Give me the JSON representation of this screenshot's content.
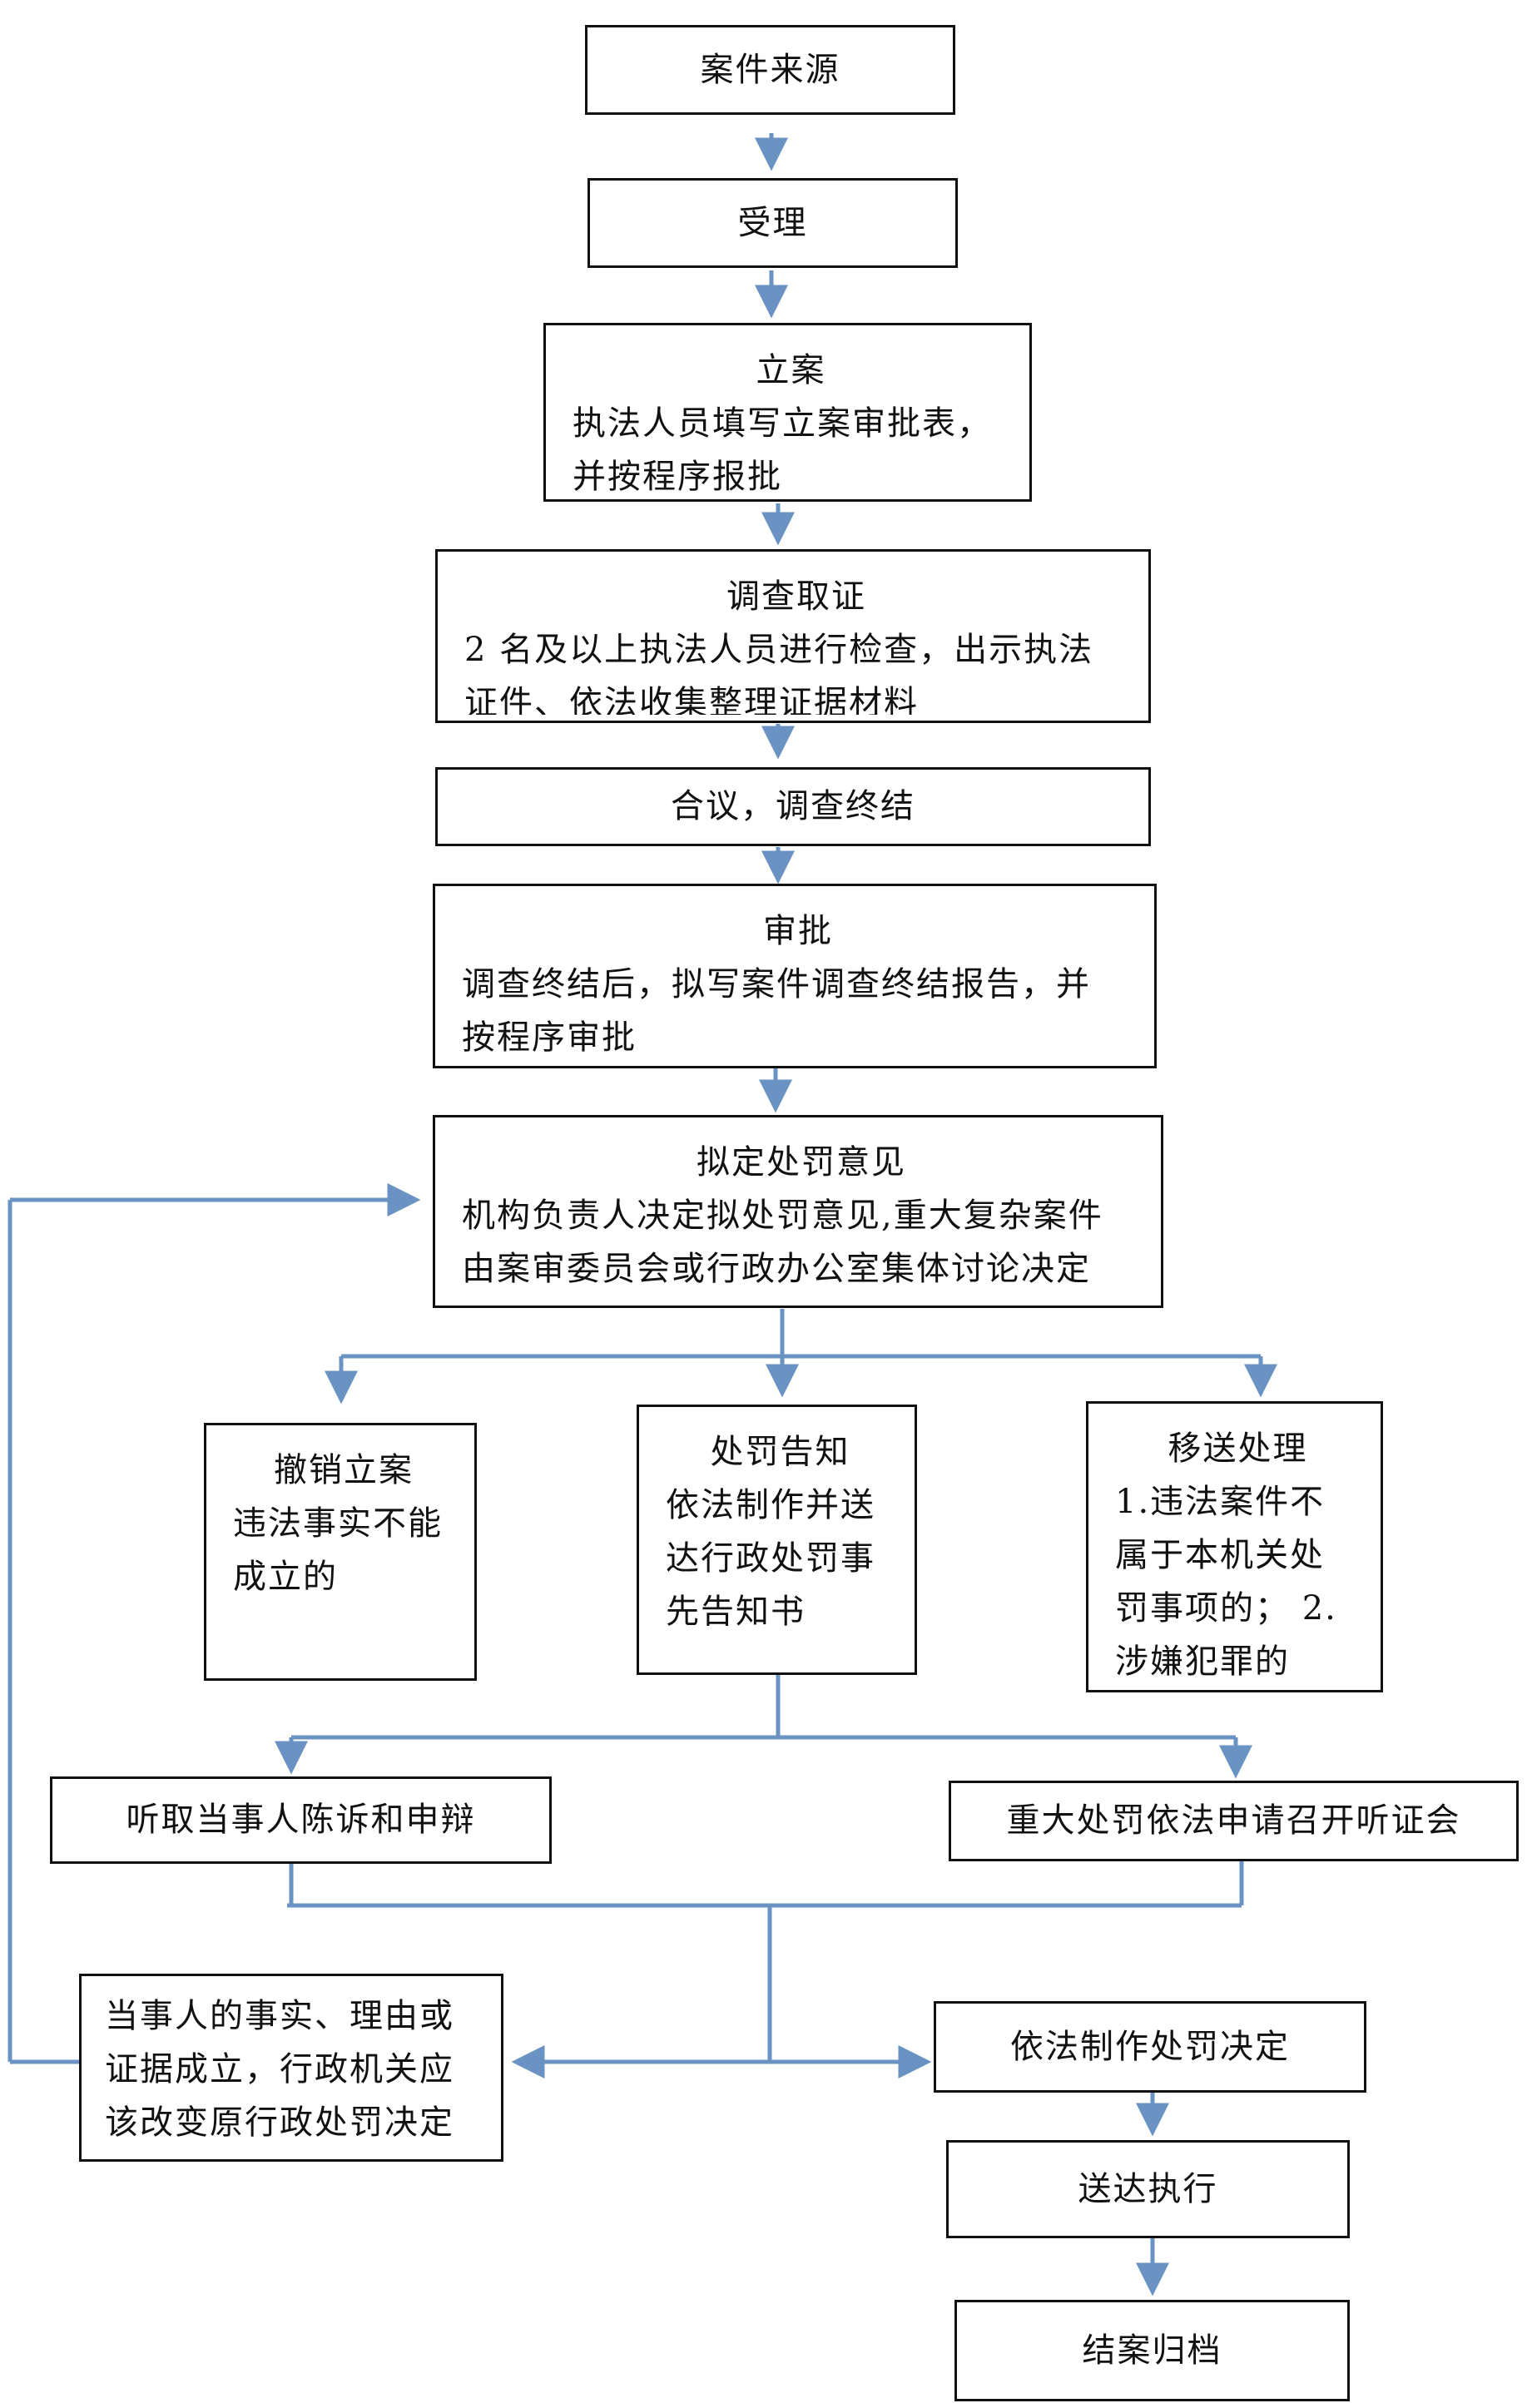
{
  "nodes": {
    "source": {
      "title": "案件来源"
    },
    "accept": {
      "title": "受理"
    },
    "filing": {
      "title": "立案",
      "lines": [
        "执法人员填写立案审批表，",
        "并按程序报批"
      ]
    },
    "investigate": {
      "title": "调查取证",
      "lines": [
        "2 名及以上执法人员进行检查，出示执法",
        "证件、依法收集整理证据材料"
      ]
    },
    "deliberate": {
      "title": "合议，调查终结"
    },
    "approve": {
      "title": "审批",
      "lines": [
        "调查终结后，拟写案件调查终结报告，并",
        "按程序审批"
      ]
    },
    "proposal": {
      "title": "拟定处罚意见",
      "lines": [
        "机构负责人决定拟处罚意见,重大复杂案件",
        "由案审委员会或行政办公室集体讨论决定"
      ]
    },
    "revoke": {
      "title": "撤销立案",
      "lines": [
        "违法事实不能",
        "成立的"
      ]
    },
    "notice": {
      "title": "处罚告知",
      "lines": [
        "依法制作并送",
        "达行政处罚事",
        "先告知书"
      ]
    },
    "transfer": {
      "title": "移送处理",
      "lines": [
        "1.违法案件不",
        "属于本机关处",
        "罚事项的； 2.",
        "涉嫌犯罪的"
      ]
    },
    "hear_statement": {
      "title": "听取当事人陈诉和申辩"
    },
    "hearing": {
      "title": "重大处罚依法申请召开听证会"
    },
    "change": {
      "lines": [
        "当事人的事实、理由或",
        "证据成立，行政机关应",
        "该改变原行政处罚决定"
      ]
    },
    "decision": {
      "title": "依法制作处罚决定"
    },
    "delivery": {
      "title": "送达执行"
    },
    "archive": {
      "title": "结案归档"
    }
  }
}
